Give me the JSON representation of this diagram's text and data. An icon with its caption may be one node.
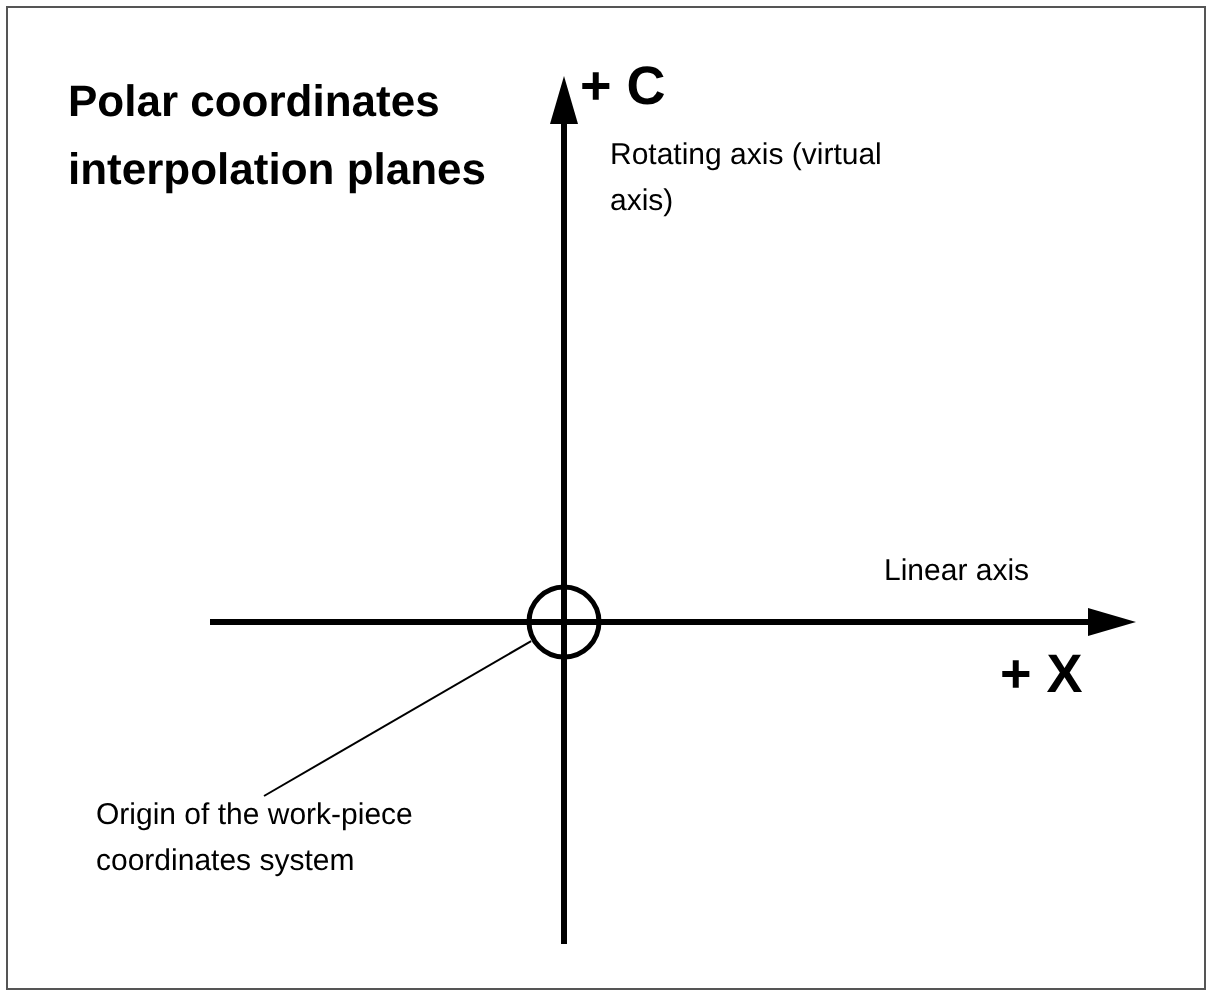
{
  "diagram": {
    "title": "Polar coordinates interpolation planes",
    "nodes": [
      {
        "text": [
          "Origin of the work-piece coordinates system"
        ]
      },
      {
        "text": [],
        "shape": "circle"
      }
    ],
    "edges": [
      {
        "from": 0,
        "to": 1,
        "arrow": "none"
      }
    ],
    "labels": [
      "+ C",
      "Rotating axis (virtual axis)",
      "Linear axis",
      "+ X"
    ]
  }
}
